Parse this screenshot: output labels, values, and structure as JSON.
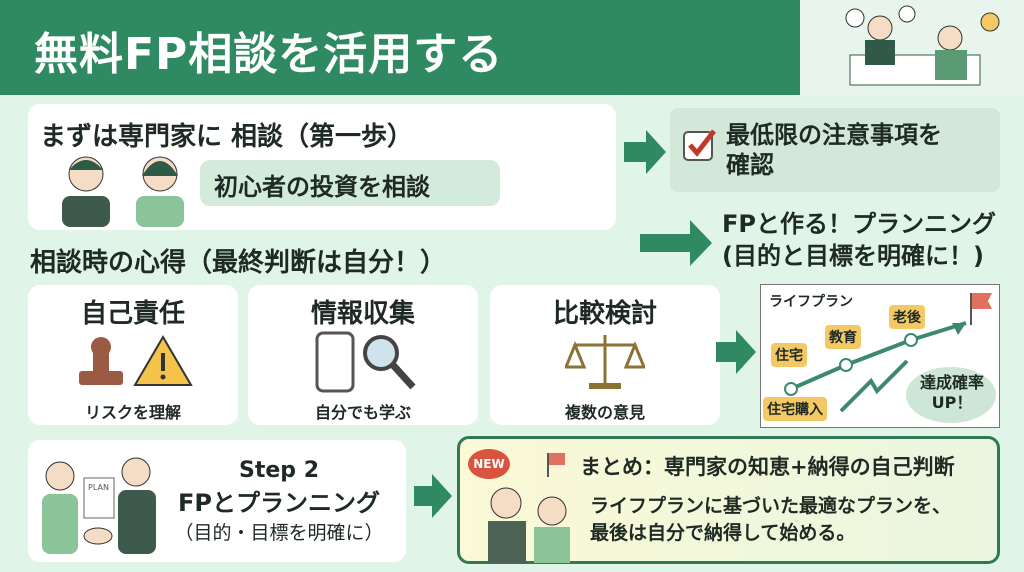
{
  "header": {
    "title": "無料FP相談を活用する"
  },
  "step1": {
    "title": "まずは専門家に  相談（第一歩）",
    "bubble": "初心者の投資を相談"
  },
  "check": {
    "line1": "最低限の注意事項を",
    "line2": "確認"
  },
  "plan_heading": {
    "line1": "FPと作る！プランニング",
    "line2": "(目的と目標を明確に！)"
  },
  "mindset": {
    "heading": "相談時の心得（最終判断は自分！）",
    "cards": [
      {
        "title": "自己責任",
        "caption": "リスクを理解",
        "icons": [
          "stamp-icon",
          "warning-icon"
        ]
      },
      {
        "title": "情報収集",
        "caption": "自分でも学ぶ",
        "icons": [
          "smartphone-icon",
          "magnifier-icon"
        ]
      },
      {
        "title": "比較検討",
        "caption": "複数の意見",
        "icons": [
          "scale-icon"
        ]
      }
    ]
  },
  "lifeplan": {
    "title": "ライフプラン",
    "milestones": [
      "住宅",
      "教育",
      "老後"
    ],
    "start": "住宅購入",
    "bubble_line1": "達成確率",
    "bubble_line2": "UP！"
  },
  "step2": {
    "line1": "Step 2",
    "line2": "FPとプランニング",
    "line3": "（目的・目標を明確に）",
    "doc_label": "PLAN"
  },
  "summary": {
    "badge": "NEW",
    "title": "まとめ：専門家の知恵+納得の自己判断",
    "line1": "ライフプランに基づいた最適なプランを、",
    "line2": "最後は自分で納得して始める。"
  },
  "colors": {
    "primary": "#2f8a62",
    "background": "#e1f4e8",
    "accent": "#f3c865"
  }
}
